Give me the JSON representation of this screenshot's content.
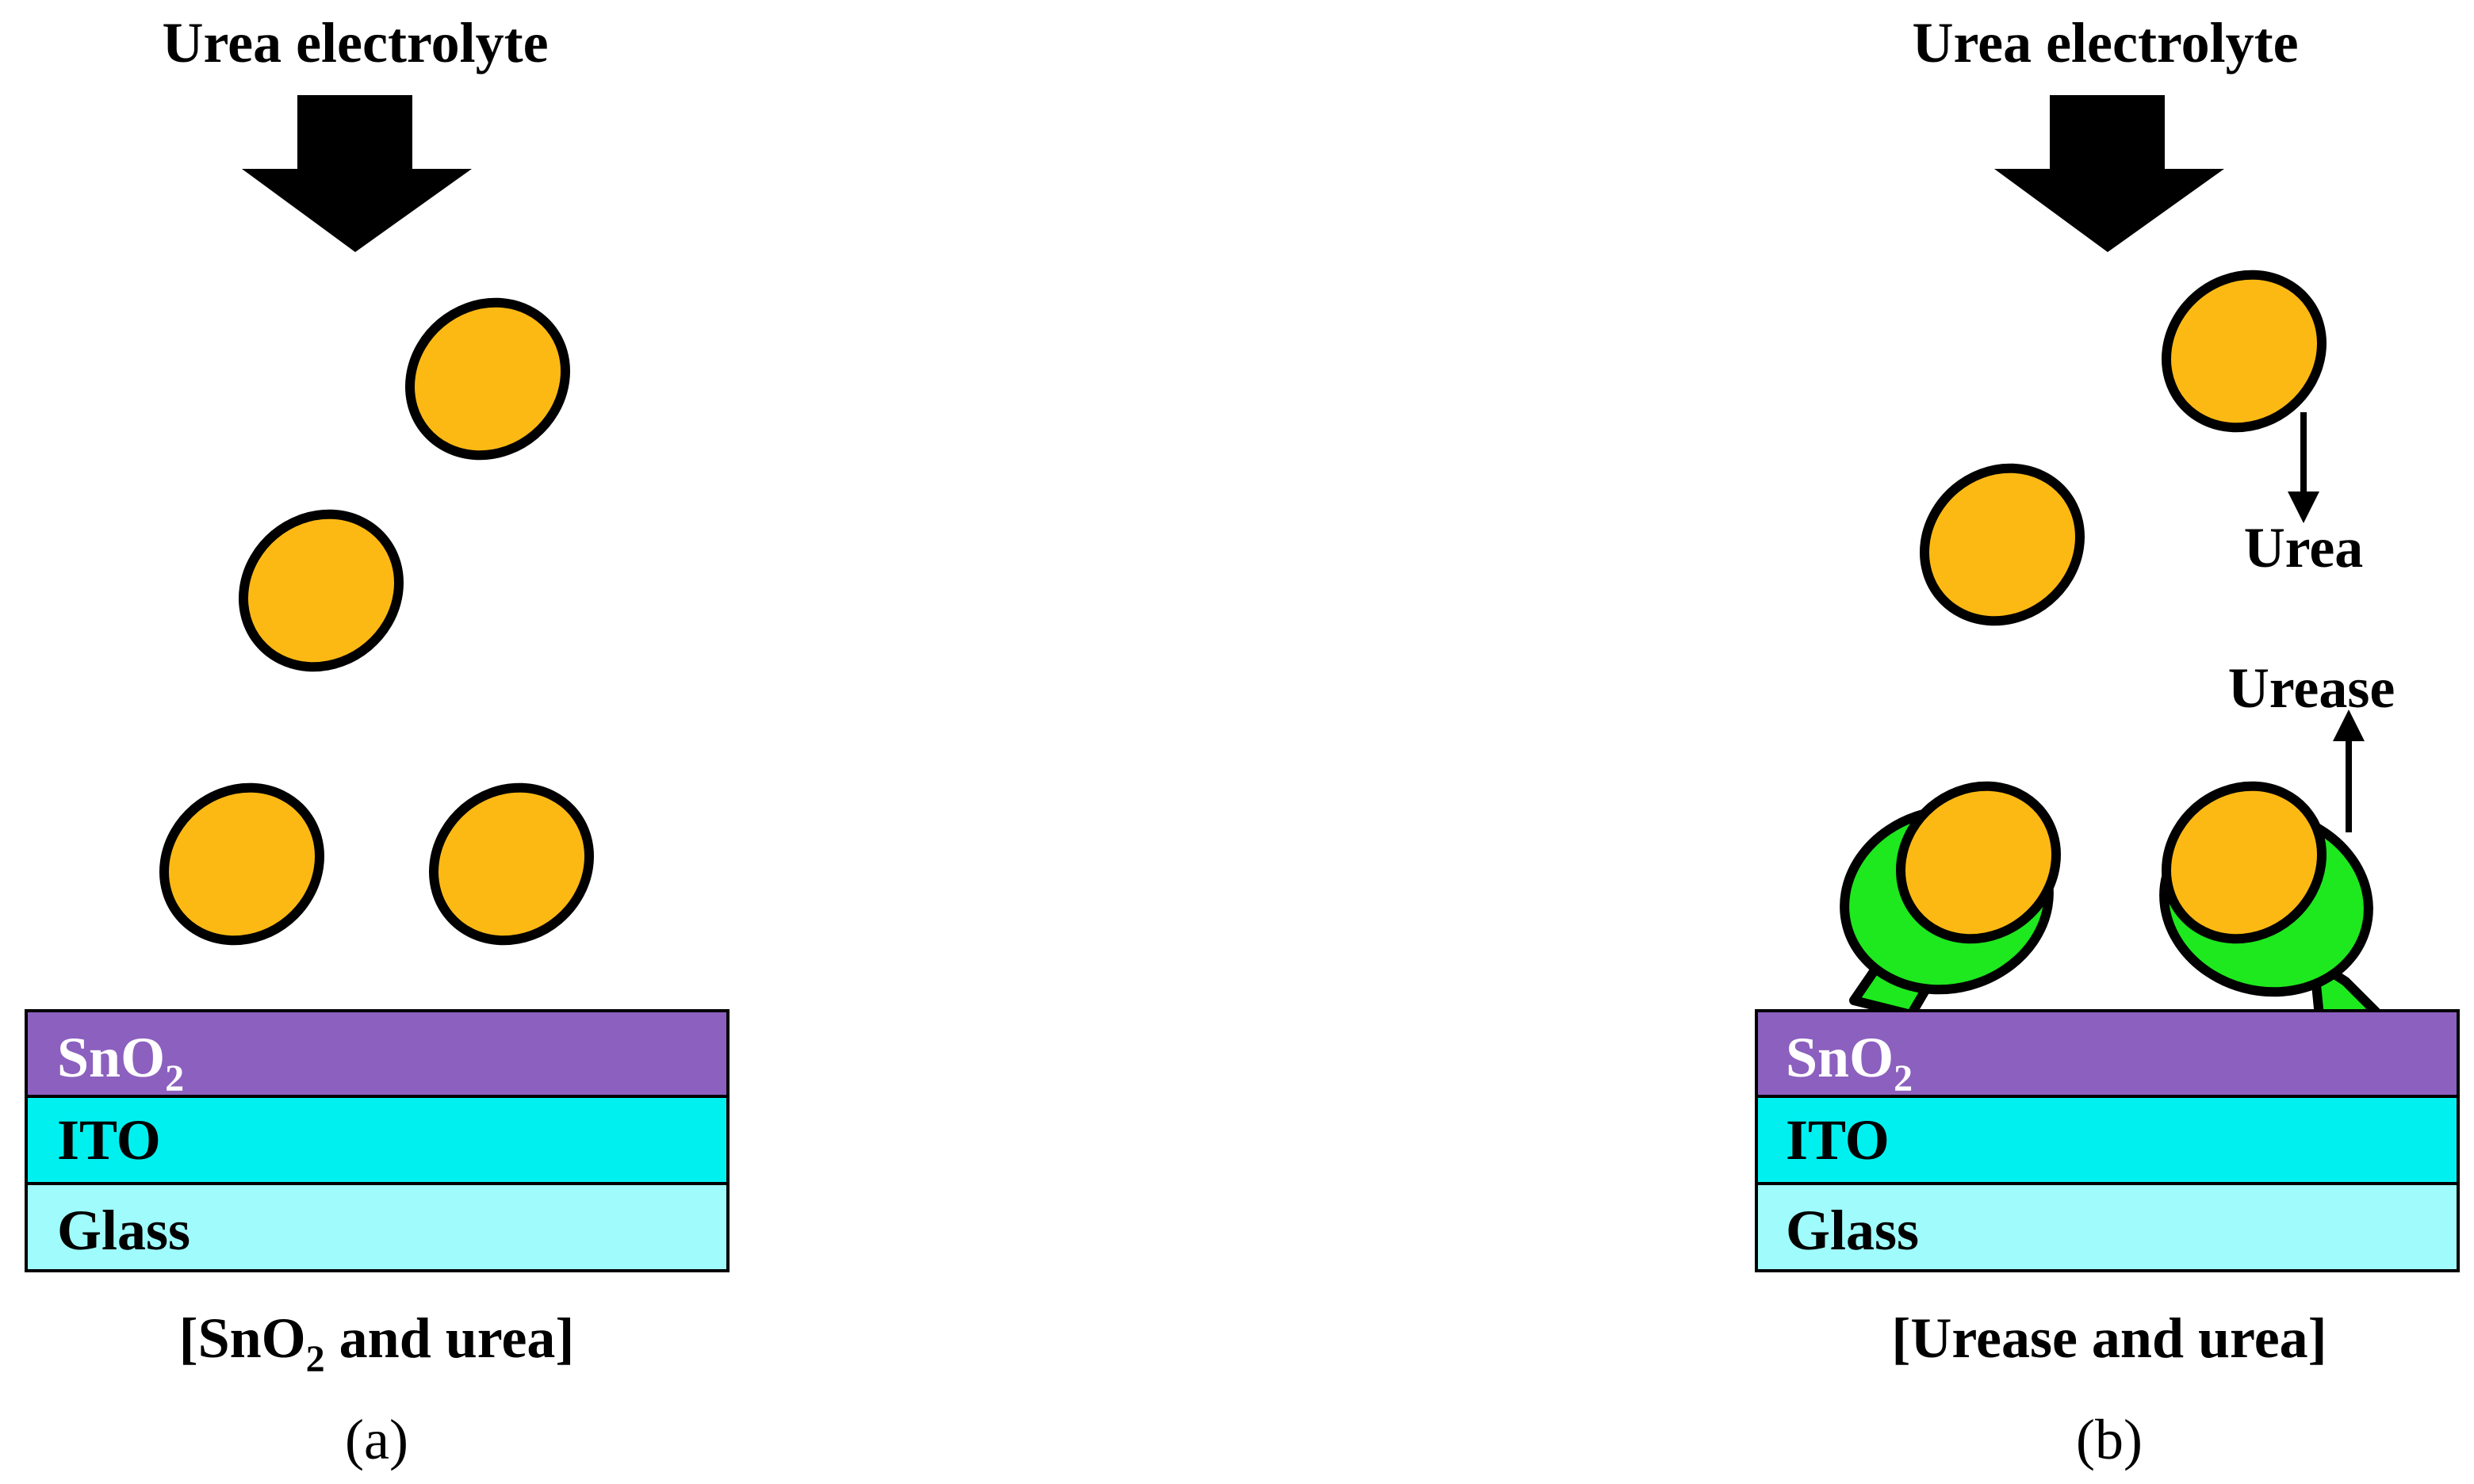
{
  "colors": {
    "urea": "#FDB913",
    "urease": "#1EE81E",
    "sno2": "#8C60BF",
    "ito": "#00F0F0",
    "glass": "#A0FCFC",
    "outline": "#000000",
    "sno2_text": "#ffffff",
    "layer_text": "#000000"
  },
  "panel_a": {
    "electrolyte_label": "Urea electrolyte",
    "layers": {
      "sno2": "SnO",
      "sno2_sub": "2",
      "ito": "ITO",
      "glass": "Glass"
    },
    "caption_pre": "[SnO",
    "caption_sub": "2",
    "caption_post": " and urea]",
    "panel_label": "(a)"
  },
  "panel_b": {
    "electrolyte_label": "Urea electrolyte",
    "urea_label": "Urea",
    "urease_label": "Urease",
    "layers": {
      "sno2": "SnO",
      "sno2_sub": "2",
      "ito": "ITO",
      "glass": "Glass"
    },
    "caption": "[Urease and urea]",
    "panel_label": "(b)"
  }
}
